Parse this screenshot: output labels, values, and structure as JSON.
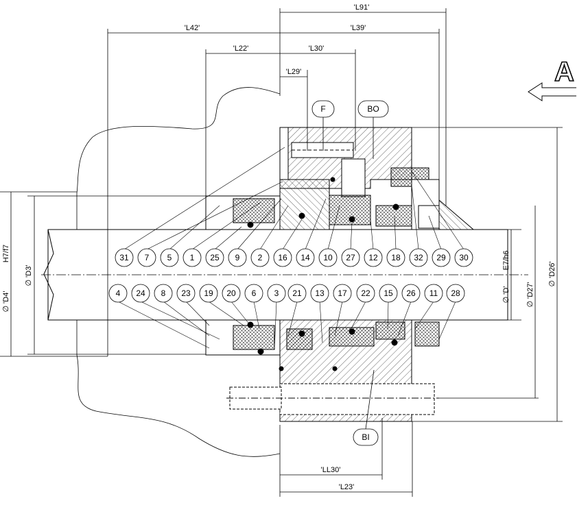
{
  "dimensions": {
    "L91": "'L91'",
    "L42": "'L42'",
    "L39": "'L39'",
    "L22": "'L22'",
    "L30": "'L30'",
    "L29": "'L29'",
    "LL30": "'LL30'",
    "L23": "'L23'",
    "D4": "∅ 'D4'",
    "D4_tol": "H7/f7",
    "D3": "∅ 'D3'",
    "D": "∅ 'D'",
    "D_tol": "E7/h6",
    "D27": "∅ 'D27'",
    "D26": "∅ 'D26'"
  },
  "ports": {
    "F": "F",
    "BO": "BO",
    "BI": "BI"
  },
  "view_letter": "A",
  "callouts_top": [
    "31",
    "7",
    "5",
    "1",
    "25",
    "9",
    "2",
    "16",
    "14",
    "10",
    "27",
    "12",
    "18",
    "32",
    "29",
    "30"
  ],
  "callouts_bottom": [
    "4",
    "24",
    "8",
    "23",
    "19",
    "20",
    "6",
    "3",
    "21",
    "13",
    "17",
    "22",
    "15",
    "26",
    "11",
    "28"
  ]
}
